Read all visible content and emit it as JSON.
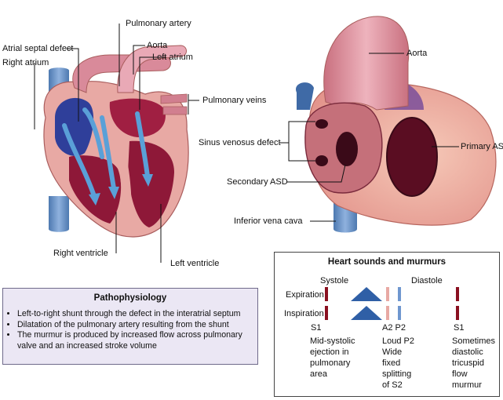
{
  "left_heart_labels": {
    "pulmonary_artery": "Pulmonary artery",
    "atrial_septal_defect": "Atrial septal defect",
    "aorta": "Aorta",
    "right_atrium": "Right atrium",
    "left_atrium": "Left atrium",
    "pulmonary_veins": "Pulmonary veins",
    "right_ventricle": "Right ventricle",
    "left_ventricle": "Left ventricle"
  },
  "right_heart_labels": {
    "aorta": "Aorta",
    "sinus_venosus_defect": "Sinus venosus defect",
    "primary_asd": "Primary ASD",
    "secondary_asd": "Secondary ASD",
    "inferior_vena_cava": "Inferior vena cava"
  },
  "pathophysiology": {
    "title": "Pathophysiology",
    "items": [
      "Left-to-right shunt through the defect in the interatrial septum",
      "Dilatation of the pulmonary artery resulting from the shunt",
      "The murmur is produced by increased flow across pulmonary valve and an increased stroke volume"
    ]
  },
  "heart_sounds": {
    "title": "Heart sounds and murmurs",
    "systole": "Systole",
    "diastole": "Diastole",
    "expiration": "Expiration",
    "inspiration": "Inspiration",
    "s1_left": "S1",
    "a2_p2": "A2 P2",
    "s1_right": "S1",
    "desc_midsystolic": [
      "Mid-systolic",
      "ejection in",
      "pulmonary",
      "area"
    ],
    "desc_loud_p2": [
      "Loud P2",
      "Wide",
      "fixed",
      "splitting",
      "of S2"
    ],
    "desc_sometimes": [
      "Sometimes",
      "diastolic",
      "tricuspid",
      "flow",
      "murmur"
    ]
  },
  "colors": {
    "heart_muscle": "#e8a9a4",
    "chamber_dark": "#8e1838",
    "vessel_pink": "#d98a9a",
    "vein_blue": "#5f86b8",
    "arrow_blue": "#5aa0d8",
    "murmur_blue": "#2f5fa6",
    "sound_dark": "#8a1020",
    "panel_purple": "#ebe7f4"
  }
}
